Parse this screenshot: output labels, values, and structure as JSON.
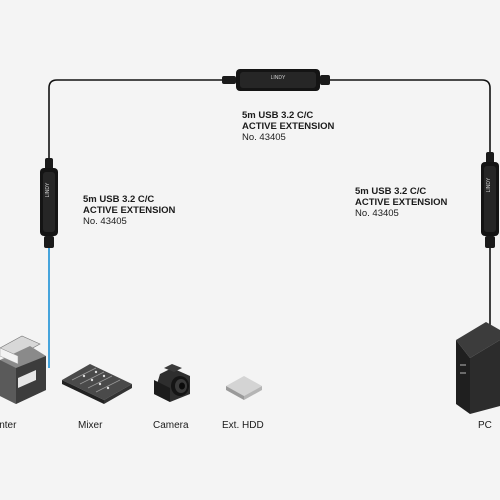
{
  "cables": [
    {
      "title1": "5m USB 3.2 C/C",
      "title2": "ACTIVE EXTENSION",
      "part": "No. 43405"
    },
    {
      "title1": "5m USB 3.2 C/C",
      "title2": "ACTIVE EXTENSION",
      "part": "No. 43405"
    },
    {
      "title1": "5m USB 3.2 C/C",
      "title2": "ACTIVE EXTENSION",
      "part": "No. 43405"
    }
  ],
  "brand": "LINDY",
  "devices": [
    {
      "label": "Printer",
      "icon": "printer-icon"
    },
    {
      "label": "Mixer",
      "icon": "mixer-icon"
    },
    {
      "label": "Camera",
      "icon": "camera-icon"
    },
    {
      "label": "Ext. HDD",
      "icon": "hdd-icon"
    },
    {
      "label": "PC",
      "icon": "pc-icon"
    }
  ],
  "colors": {
    "background": "#f4f4f4",
    "cable": "#111111",
    "signal": "#1a8fd6",
    "device": "#2a2a2a"
  }
}
